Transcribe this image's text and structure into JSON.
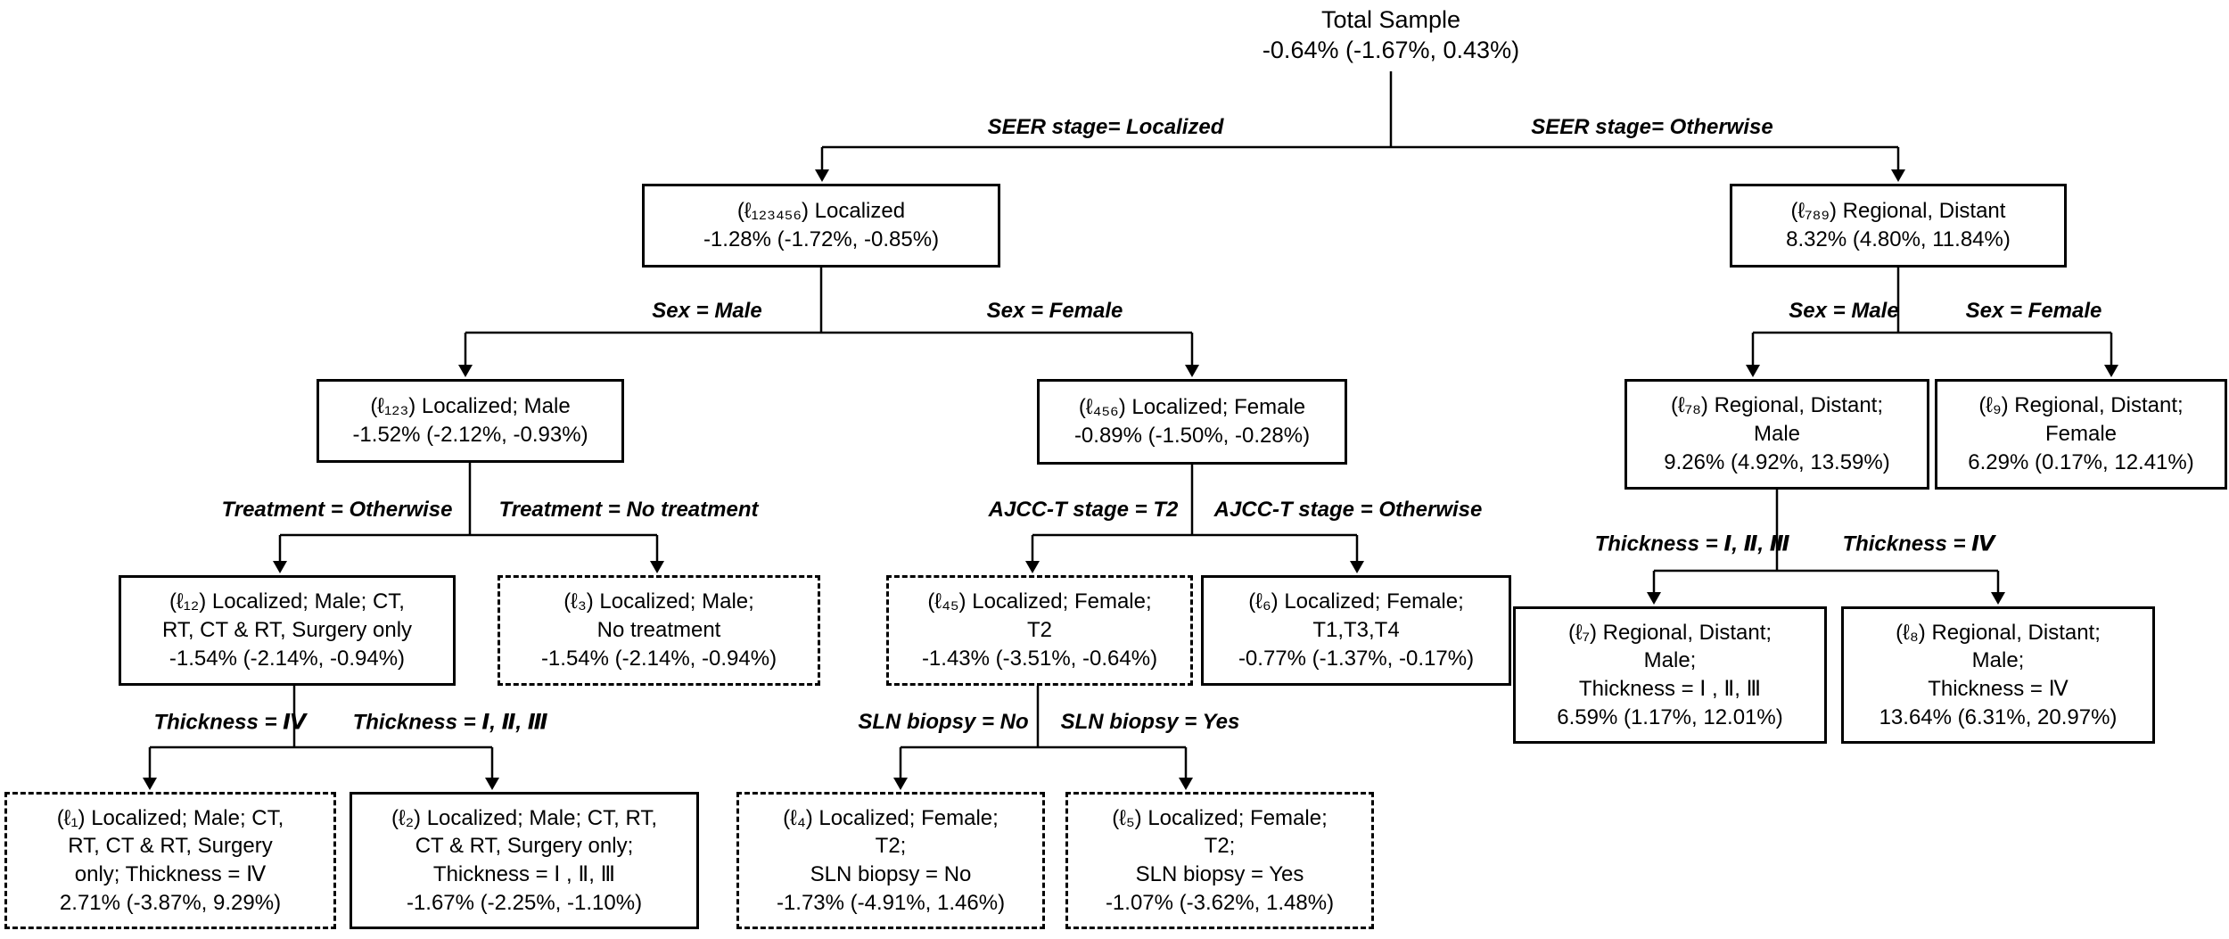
{
  "root": {
    "text": "Total Sample\n-0.64% (-1.67%, 0.43%)"
  },
  "nodes": {
    "l123456": {
      "text": "(ℓ₁₂₃₄₅₆) Localized\n-1.28% (-1.72%, -0.85%)",
      "box_style": "solid"
    },
    "l789": {
      "text": "(ℓ₇₈₉) Regional, Distant\n8.32% (4.80%, 11.84%)",
      "box_style": "solid"
    },
    "l123": {
      "text": "(ℓ₁₂₃) Localized; Male\n-1.52% (-2.12%, -0.93%)",
      "box_style": "solid"
    },
    "l456": {
      "text": "(ℓ₄₅₆) Localized; Female\n-0.89% (-1.50%, -0.28%)",
      "box_style": "solid"
    },
    "l78": {
      "text": "(ℓ₇₈) Regional, Distant;\nMale\n9.26% (4.92%, 13.59%)",
      "box_style": "solid"
    },
    "l9": {
      "text": "(ℓ₉) Regional, Distant;\nFemale\n6.29% (0.17%, 12.41%)",
      "box_style": "solid"
    },
    "l12": {
      "text": "(ℓ₁₂) Localized; Male; CT,\nRT, CT & RT,  Surgery only\n-1.54% (-2.14%, -0.94%)",
      "box_style": "solid"
    },
    "l3": {
      "text": "(ℓ₃) Localized; Male;\nNo treatment\n-1.54% (-2.14%, -0.94%)",
      "box_style": "dashed"
    },
    "l45": {
      "text": "(ℓ₄₅) Localized; Female;\nT2\n-1.43% (-3.51%, -0.64%)",
      "box_style": "dashed"
    },
    "l6": {
      "text": "(ℓ₆) Localized; Female;\nT1,T3,T4\n-0.77% (-1.37%, -0.17%)",
      "box_style": "solid"
    },
    "l7": {
      "text": "(ℓ₇) Regional, Distant;\nMale;\nThickness = Ⅰ , Ⅱ, Ⅲ\n6.59% (1.17%, 12.01%)",
      "box_style": "solid"
    },
    "l8": {
      "text": "(ℓ₈) Regional, Distant;\nMale;\nThickness = Ⅳ\n13.64% (6.31%, 20.97%)",
      "box_style": "solid"
    },
    "l1": {
      "text": "(ℓ₁) Localized; Male; CT,\nRT, CT & RT,  Surgery\nonly; Thickness = Ⅳ\n2.71% (-3.87%, 9.29%)",
      "box_style": "dashed"
    },
    "l2": {
      "text": "(ℓ₂) Localized; Male; CT, RT,\nCT & RT,  Surgery only;\nThickness = Ⅰ , Ⅱ, Ⅲ\n-1.67% (-2.25%, -1.10%)",
      "box_style": "solid"
    },
    "l4": {
      "text": "(ℓ₄) Localized; Female;\nT2;\nSLN biopsy = No\n-1.73% (-4.91%, 1.46%)",
      "box_style": "dashed"
    },
    "l5": {
      "text": "(ℓ₅) Localized; Female;\nT2;\nSLN biopsy = Yes\n-1.07% (-3.62%, 1.48%)",
      "box_style": "dashed"
    }
  },
  "edge_labels": {
    "seer_localized": "SEER stage= Localized",
    "seer_otherwise": "SEER stage= Otherwise",
    "sex_male_left": "Sex = Male",
    "sex_female_left": "Sex = Female",
    "sex_male_right": "Sex = Male",
    "sex_female_right": "Sex = Female",
    "treatment_otherwise": "Treatment = Otherwise",
    "treatment_no_treatment": "Treatment = No treatment",
    "ajcc_t2": "AJCC-T stage = T2",
    "ajcc_otherwise": "AJCC-T stage = Otherwise",
    "thickness_iv_left": "Thickness = Ⅳ",
    "thickness_123_left": "Thickness =  Ⅰ, Ⅱ, Ⅲ",
    "sln_no": "SLN biopsy = No",
    "sln_yes": "SLN biopsy = Yes",
    "thickness_123_right": "Thickness =  Ⅰ, Ⅱ, Ⅲ",
    "thickness_iv_right": "Thickness = Ⅳ"
  },
  "colors": {
    "line": "#000000",
    "text": "#000000",
    "background": "#ffffff"
  }
}
